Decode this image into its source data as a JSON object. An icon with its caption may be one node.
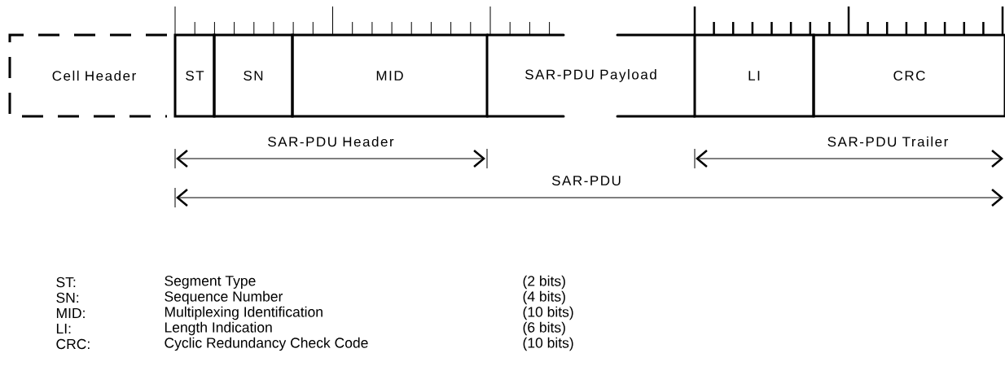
{
  "diagram": {
    "nodes": [
      {
        "text": [
          "Cell Header"
        ]
      },
      {
        "text": [
          "ST"
        ]
      },
      {
        "text": [
          "SN"
        ]
      },
      {
        "text": [
          "MID"
        ]
      },
      {
        "text": [
          "SAR-PDU Payload"
        ]
      },
      {
        "text": [
          "LI"
        ]
      },
      {
        "text": [
          "CRC"
        ]
      }
    ],
    "labels": [
      "SAR-PDU Header",
      "SAR-PDU Trailer",
      "SAR-PDU",
      "ST:",
      "Segment Type",
      "(2 bits)",
      "SN:",
      "Sequence Number",
      "(4 bits)",
      "MID:",
      "Multiplexing Identification",
      "(10 bits)",
      "LI:",
      "Length Indication",
      "(6 bits)",
      "CRC:",
      "Cyclic Redundancy Check Code",
      "(10 bits)"
    ]
  }
}
